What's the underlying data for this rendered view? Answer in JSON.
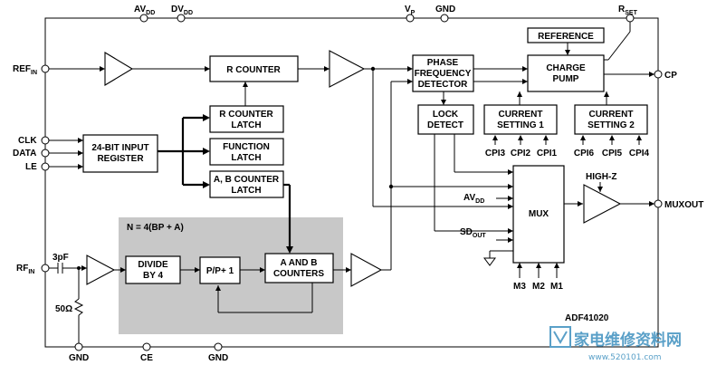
{
  "pins": {
    "avdd": "AV",
    "avdd_sub": "DD",
    "dvdd": "DV",
    "dvdd_sub": "DD",
    "vp": "V",
    "vp_sub": "P",
    "gnd_top": "GND",
    "rset": "R",
    "rset_sub": "SET",
    "refin": "REF",
    "refin_sub": "IN",
    "clk": "CLK",
    "data": "DATA",
    "le": "LE",
    "rfin": "RF",
    "rfin_sub": "IN",
    "cp": "CP",
    "muxout": "MUXOUT",
    "gnd_bl": "GND",
    "ce": "CE",
    "gnd_bm": "GND"
  },
  "blocks": {
    "r_counter": "R COUNTER",
    "r_counter_latch_1": "R COUNTER",
    "r_counter_latch_2": "LATCH",
    "function_latch_1": "FUNCTION",
    "function_latch_2": "LATCH",
    "ab_counter_latch_1": "A, B COUNTER",
    "ab_counter_latch_2": "LATCH",
    "input_register_1": "24-BIT INPUT",
    "input_register_2": "REGISTER",
    "pfd_1": "PHASE",
    "pfd_2": "FREQUENCY",
    "pfd_3": "DETECTOR",
    "reference": "REFERENCE",
    "charge_pump_1": "CHARGE",
    "charge_pump_2": "PUMP",
    "lock_detect_1": "LOCK",
    "lock_detect_2": "DETECT",
    "current_setting_1_a": "CURRENT",
    "current_setting_1_b": "SETTING 1",
    "current_setting_2_a": "CURRENT",
    "current_setting_2_b": "SETTING 2",
    "mux": "MUX",
    "divide_by_4_1": "DIVIDE",
    "divide_by_4_2": "BY 4",
    "pp1": "P/P+ 1",
    "ab_counters_1": "A AND B",
    "ab_counters_2": "COUNTERS"
  },
  "labels": {
    "n_equation": "N = 4(BP + A)",
    "cpi3": "CPI3",
    "cpi2": "CPI2",
    "cpi1": "CPI1",
    "cpi6": "CPI6",
    "cpi5": "CPI5",
    "cpi4": "CPI4",
    "mux_avdd": "AV",
    "mux_avdd_sub": "DD",
    "sdout": "SD",
    "sdout_sub": "OUT",
    "m3": "M3",
    "m2": "M2",
    "m1": "M1",
    "high_z": "HIGH-Z",
    "cap": "3pF",
    "res": "50Ω",
    "part": "ADF41020",
    "wm_cn": "家电维修资料网",
    "wm_url": "www.520101.com"
  },
  "colors": {
    "prescaler_region": "#c8c8c8",
    "watermark": "#5aa0c8"
  }
}
